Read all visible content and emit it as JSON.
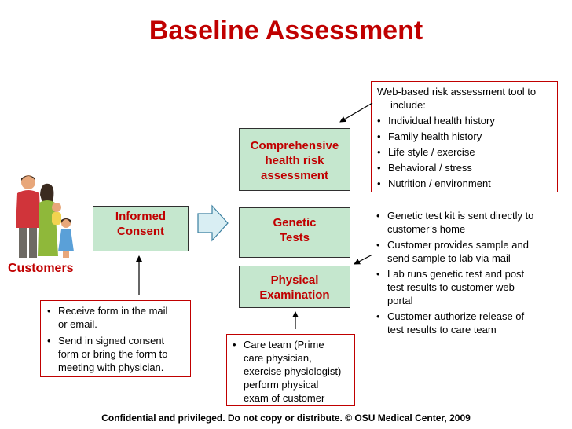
{
  "title": "Baseline Assessment",
  "customers_label": "Customers",
  "boxes": {
    "informed_consent": [
      "Informed",
      "Consent"
    ],
    "comprehensive": [
      "Comprehensive",
      "health risk",
      "assessment"
    ],
    "genetic": [
      "Genetic",
      "Tests"
    ],
    "physical": [
      "Physical",
      "Examination"
    ]
  },
  "notes": {
    "web_tool": {
      "heading": [
        "Web-based risk assessment tool to",
        "include:"
      ],
      "items": [
        "Individual health history",
        "Family health history",
        "Life style / exercise",
        "Behavioral / stress",
        "Nutrition / environment"
      ]
    },
    "genetic": {
      "items": [
        [
          "Genetic test kit is sent directly to",
          "customer’s home"
        ],
        [
          "Customer provides sample and",
          "send sample to lab via mail"
        ],
        [
          "Lab runs genetic test and post",
          "test results to customer web",
          "portal"
        ],
        [
          "Customer authorize release of",
          "test results to care team"
        ]
      ]
    },
    "consent": {
      "items": [
        [
          "Receive form in the mail",
          "or email."
        ],
        [
          "Send in signed consent",
          "form or bring the form to",
          "meeting with physician."
        ]
      ]
    },
    "care_team": {
      "items": [
        [
          "Care team (Prime",
          "care physician,",
          "exercise physiologist)",
          "perform physical",
          "exam of customer"
        ]
      ]
    }
  },
  "footer": "Confidential and privileged.  Do not copy or distribute. © OSU Medical Center, 2009",
  "colors": {
    "title": "#c00000",
    "box_fill": "#c5e7ce",
    "box_text": "#c00000",
    "note_border": "#c00000",
    "arrow_fill": "#d9eef3",
    "arrow_stroke": "#3a7fa0"
  }
}
